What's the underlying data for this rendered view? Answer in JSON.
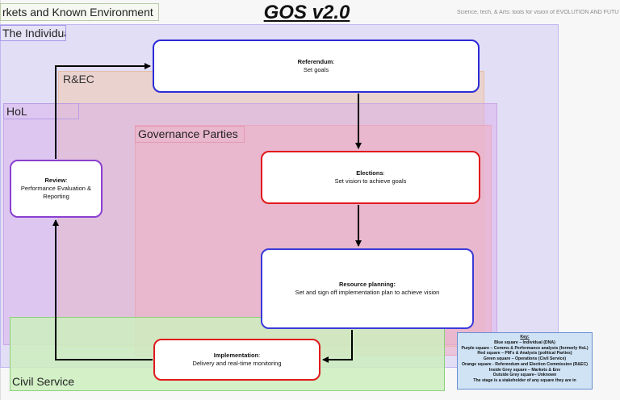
{
  "regions": {
    "markets": "rkets and Known Environment",
    "individual": "The Individual",
    "rec": "R&EC",
    "hol": "HoL",
    "governance": "Governance Parties",
    "civil_service": "Civil Service"
  },
  "title": "GOS v2.0",
  "caption": "Science, tech, & Arts: tools for vision of EVOLUTION AND FUTU",
  "nodes": {
    "referendum": {
      "label": "Referendum",
      "desc": "Set goals"
    },
    "elections": {
      "label": "Elections",
      "desc": "Set vision to achieve goals"
    },
    "resource": {
      "label": "Resource planning:",
      "desc": "Set and sign off implementation plan to achieve vision"
    },
    "implementation": {
      "label": "Implementation",
      "desc": "Delivery and real-time monitoring"
    },
    "review": {
      "label": "Review",
      "desc": "Performance Evaluation & Reporting"
    }
  },
  "key": {
    "title": "Key:",
    "lines": [
      "Blue square – Individual (DNA)",
      "Purple square – Comms & Performance analysts (formerly HoL)",
      "Red square – PM's & Analysts (political Parties)",
      "Green square – Operations (Civil Service)",
      "Orange square - Referendum and Election Commission (R&EC)",
      "Inside Grey square – Markets & Env",
      "Outside Grey square– Unknown",
      "The stage is a stakeholder of any square they are in"
    ]
  },
  "colors": {
    "blue_border": "#2b2bd6",
    "red_border": "#e01a1a",
    "purple_border": "#8a3fd1",
    "arrow": "#000000"
  }
}
